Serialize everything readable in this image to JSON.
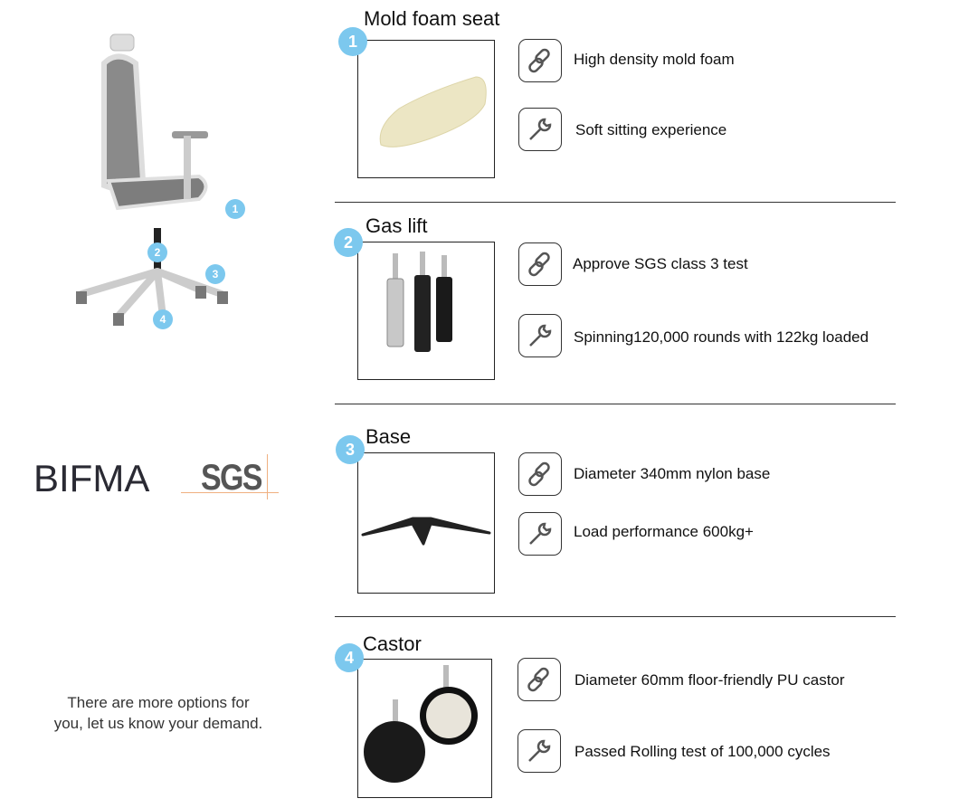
{
  "logos": {
    "bifma": "BIFMA",
    "sgs": "SGS"
  },
  "note": {
    "line1": "There are more options for",
    "line2": "you, let us know your demand."
  },
  "chair_badges": [
    "1",
    "2",
    "3",
    "4"
  ],
  "accent": "#7cc8ee",
  "sections": [
    {
      "num": "1",
      "title": "Mold foam seat",
      "features": [
        {
          "icon": "chain-link-icon",
          "text": "High density mold foam"
        },
        {
          "icon": "wrench-icon",
          "text": "Soft sitting experience"
        }
      ]
    },
    {
      "num": "2",
      "title": "Gas lift",
      "features": [
        {
          "icon": "chain-link-icon",
          "text": "Approve SGS class 3 test"
        },
        {
          "icon": "wrench-icon",
          "text": "Spinning120,000 rounds with 122kg loaded"
        }
      ]
    },
    {
      "num": "3",
      "title": "Base",
      "features": [
        {
          "icon": "chain-link-icon",
          "text": "Diameter 340mm nylon base"
        },
        {
          "icon": "wrench-icon",
          "text": "Load performance 600kg+"
        }
      ]
    },
    {
      "num": "4",
      "title": "Castor",
      "features": [
        {
          "icon": "chain-link-icon",
          "text": "Diameter 60mm floor-friendly PU castor"
        },
        {
          "icon": "wrench-icon",
          "text": "Passed Rolling test of 100,000 cycles"
        }
      ]
    }
  ]
}
